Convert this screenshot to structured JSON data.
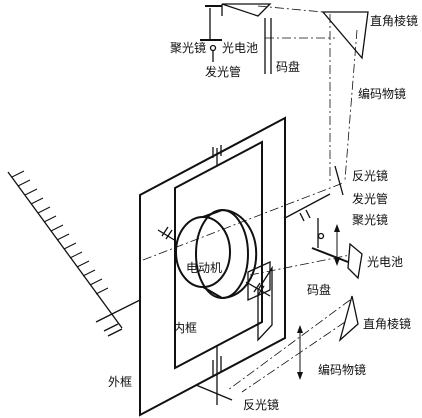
{
  "labels": {
    "top_focusing_mirror": "聚光镜",
    "top_photocell": "光电池",
    "top_lamp": "发光管",
    "top_code_disc": "码盘",
    "top_prism": "直角棱镜",
    "top_encoder_lens": "编码物镜",
    "mid_reflector": "反光镜",
    "mid_lamp": "发光管",
    "mid_focusing_mirror": "聚光镜",
    "motor": "电动机",
    "mid_photocell": "光电池",
    "mid_code_disc": "码盘",
    "inner_frame": "内框",
    "bottom_prism": "直角棱镜",
    "bottom_encoder_lens": "编码物镜",
    "outer_frame": "外框",
    "bottom_reflector": "反光镜"
  }
}
